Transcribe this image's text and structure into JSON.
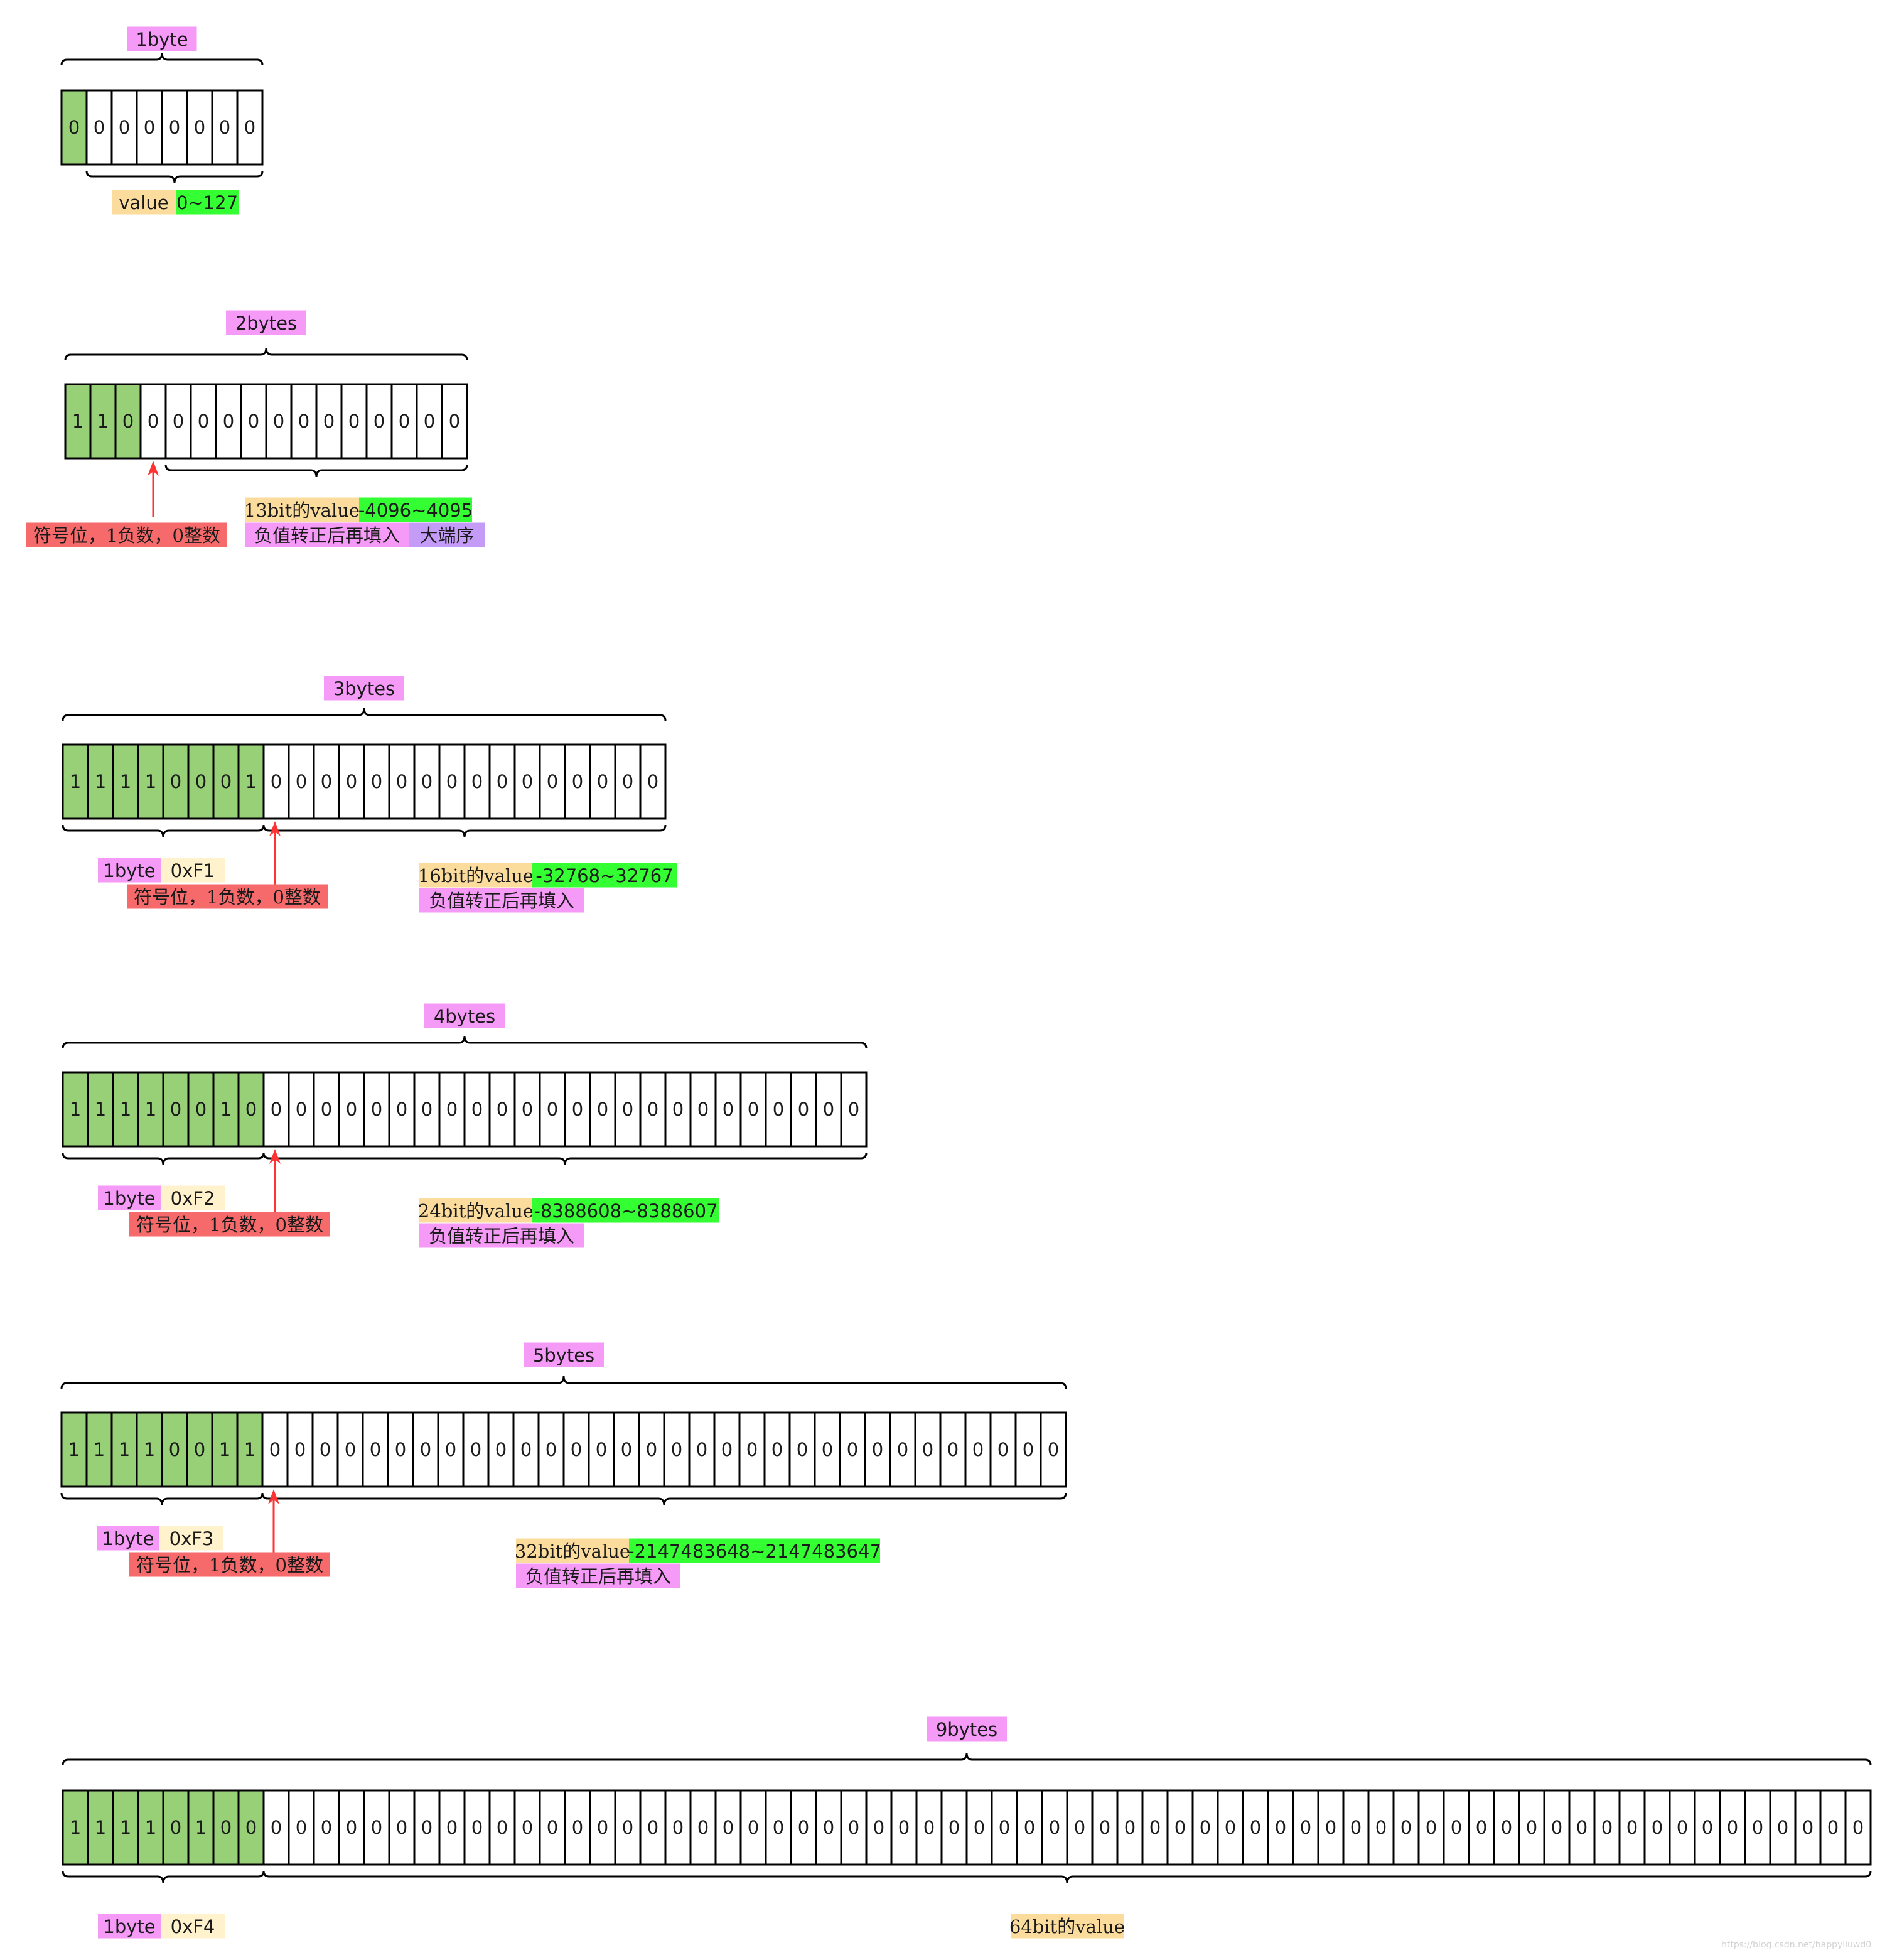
{
  "colors": {
    "cell_green": "#97d077",
    "label_pink": "#f59af7",
    "label_orange": "#fbdc9d",
    "label_cream": "#fff2cc",
    "range_green": "#33ff33",
    "sign_red": "#f76a6b",
    "endian_purple": "#c49cf7",
    "arrow_red": "#ff3333"
  },
  "rows": [
    {
      "bytes_label": "1byte",
      "bits": "00000000",
      "green_bits": 1,
      "value_label": "value",
      "range": "0~127"
    },
    {
      "bytes_label": "2bytes",
      "bits": "1100000000000000",
      "green_bits": 3,
      "value_label": "13bit的value",
      "range": "-4096~4095",
      "sign_label": "符号位，1负数，0整数",
      "neg_label": "负值转正后再填入",
      "endian_label": "大端序"
    },
    {
      "bytes_label": "3bytes",
      "bits": "111100010000000000000000",
      "green_bits": 8,
      "prefix_byte_label": "1byte",
      "prefix_hex": "0xF1",
      "value_label": "16bit的value",
      "range": "-32768~32767",
      "sign_label": "符号位，1负数，0整数",
      "neg_label": "负值转正后再填入"
    },
    {
      "bytes_label": "4bytes",
      "bits": "11110010000000000000000000000000",
      "green_bits": 8,
      "prefix_byte_label": "1byte",
      "prefix_hex": "0xF2",
      "value_label": "24bit的value",
      "range": "-8388608~8388607",
      "sign_label": "符号位，1负数，0整数",
      "neg_label": "负值转正后再填入"
    },
    {
      "bytes_label": "5bytes",
      "bits": "1111001100000000000000000000000000000000",
      "green_bits": 8,
      "prefix_byte_label": "1byte",
      "prefix_hex": "0xF3",
      "value_label": "32bit的value",
      "range": "-2147483648~2147483647",
      "sign_label": "符号位，1负数，0整数",
      "neg_label": "负值转正后再填入"
    },
    {
      "bytes_label": "9bytes",
      "bits": "111101000000000000000000000000000000000000000000000000000000000000000000",
      "green_bits": 8,
      "prefix_byte_label": "1byte",
      "prefix_hex": "0xF4",
      "value_label": "64bit的value"
    }
  ],
  "watermark": "https://blog.csdn.net/happyliuwd0"
}
